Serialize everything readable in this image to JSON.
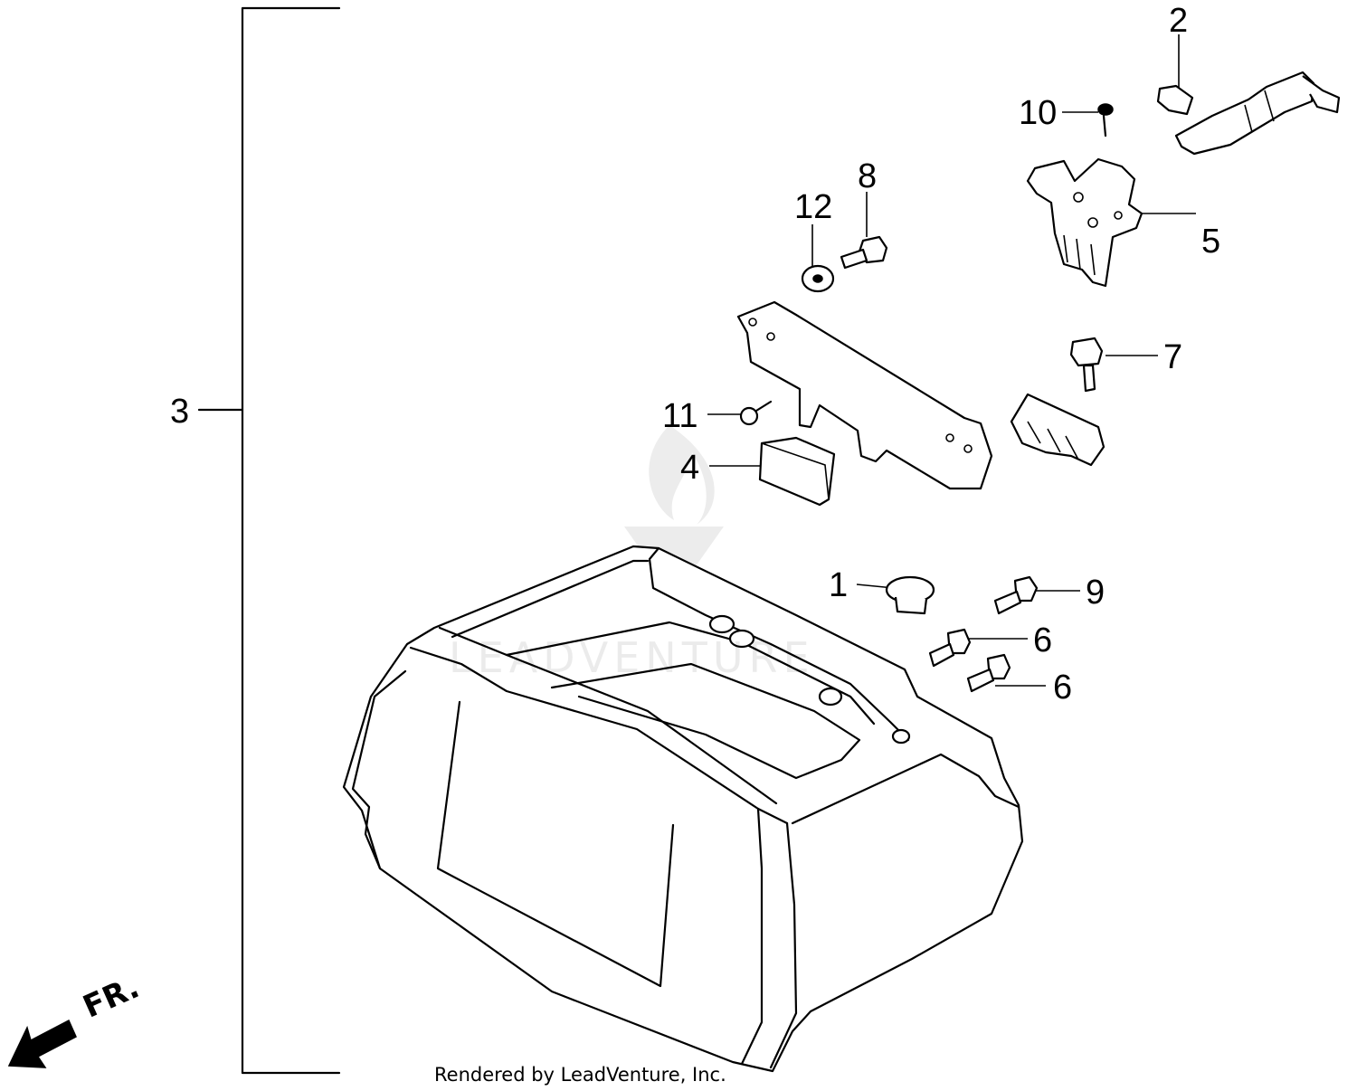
{
  "diagram": {
    "callouts": [
      {
        "id": "c1",
        "label": "1"
      },
      {
        "id": "c2",
        "label": "2"
      },
      {
        "id": "c3",
        "label": "3"
      },
      {
        "id": "c4",
        "label": "4"
      },
      {
        "id": "c5",
        "label": "5"
      },
      {
        "id": "c6a",
        "label": "6"
      },
      {
        "id": "c6b",
        "label": "6"
      },
      {
        "id": "c7",
        "label": "7"
      },
      {
        "id": "c8",
        "label": "8"
      },
      {
        "id": "c9",
        "label": "9"
      },
      {
        "id": "c10",
        "label": "10"
      },
      {
        "id": "c11",
        "label": "11"
      },
      {
        "id": "c12",
        "label": "12"
      }
    ],
    "direction_label": "FR.",
    "footer": "Rendered by LeadVenture, Inc.",
    "watermark": "LEADVENTURE"
  }
}
